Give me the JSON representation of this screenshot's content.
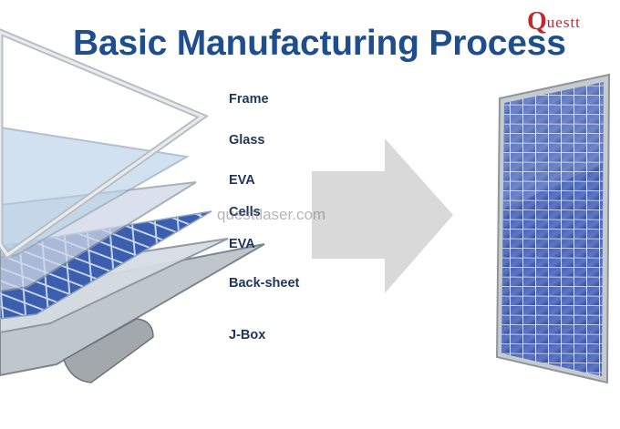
{
  "slide": {
    "title": "Basic Manufacturing Process",
    "logo_initial": "Q",
    "logo_rest": "uestt",
    "watermark": "questtlaser.com"
  },
  "layers": [
    {
      "key": "frame",
      "label": "Frame"
    },
    {
      "key": "glass",
      "label": "Glass"
    },
    {
      "key": "eva1",
      "label": "EVA"
    },
    {
      "key": "cells",
      "label": "Cells"
    },
    {
      "key": "eva2",
      "label": "EVA"
    },
    {
      "key": "backsheet",
      "label": "Back-sheet"
    },
    {
      "key": "jbox",
      "label": "J-Box"
    }
  ],
  "colors": {
    "title": "#1f4e8f",
    "logo": "#c0282d",
    "label": "#1e3658",
    "arrow": "#d9d9d9",
    "cell_blue": "#2f4f9e"
  },
  "icons": {
    "exploded_panel": "solar-panel-exploded-illustration",
    "arrow": "right-arrow-icon",
    "panel": "solar-panel-illustration"
  }
}
